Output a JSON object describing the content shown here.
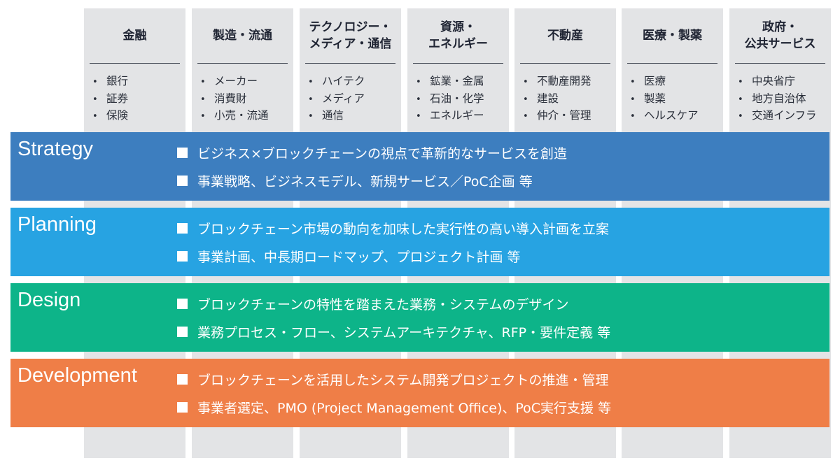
{
  "industries": [
    {
      "header": "金融",
      "items": [
        "銀行",
        "証券",
        "保険"
      ]
    },
    {
      "header": "製造・流通",
      "items": [
        "メーカー",
        "消費財",
        "小売・流通"
      ]
    },
    {
      "header": "テクノロジー・\nメディア・通信",
      "items": [
        "ハイテク",
        "メディア",
        "通信"
      ]
    },
    {
      "header": "資源・\nエネルギー",
      "items": [
        "鉱業・金属",
        "石油・化学",
        "エネルギー"
      ]
    },
    {
      "header": "不動産",
      "items": [
        "不動産開発",
        "建設",
        "仲介・管理"
      ]
    },
    {
      "header": "医療・製薬",
      "items": [
        "医療",
        "製薬",
        "ヘルスケア"
      ]
    },
    {
      "header": "政府・\n公共サービス",
      "items": [
        "中央省庁",
        "地方自治体",
        "交通インフラ"
      ]
    }
  ],
  "bullet_glyph": "•",
  "phases": [
    {
      "title": "Strategy",
      "color": "#3d7ebf",
      "lines": [
        "ビジネス×ブロックチェーンの視点で革新的なサービスを創造",
        "事業戦略、ビジネスモデル、新規サービス／PoC企画 等"
      ]
    },
    {
      "title": "Planning",
      "color": "#27a3e2",
      "lines": [
        "ブロックチェーン市場の動向を加味した実行性の高い導入計画を立案",
        "事業計画、中長期ロードマップ、プロジェクト計画 等"
      ]
    },
    {
      "title": "Design",
      "color": "#0db489",
      "lines": [
        "ブロックチェーンの特性を踏まえた業務・システムのデザイン",
        "業務プロセス・フロー、システムアーキテクチャ、RFP・要件定義 等"
      ]
    },
    {
      "title": "Development",
      "color": "#ef7e47",
      "lines": [
        "ブロックチェーンを活用したシステム開発プロジェクトの推進・管理",
        "事業者選定、PMO (Project Management Office)、PoC実行支援 等"
      ]
    }
  ]
}
